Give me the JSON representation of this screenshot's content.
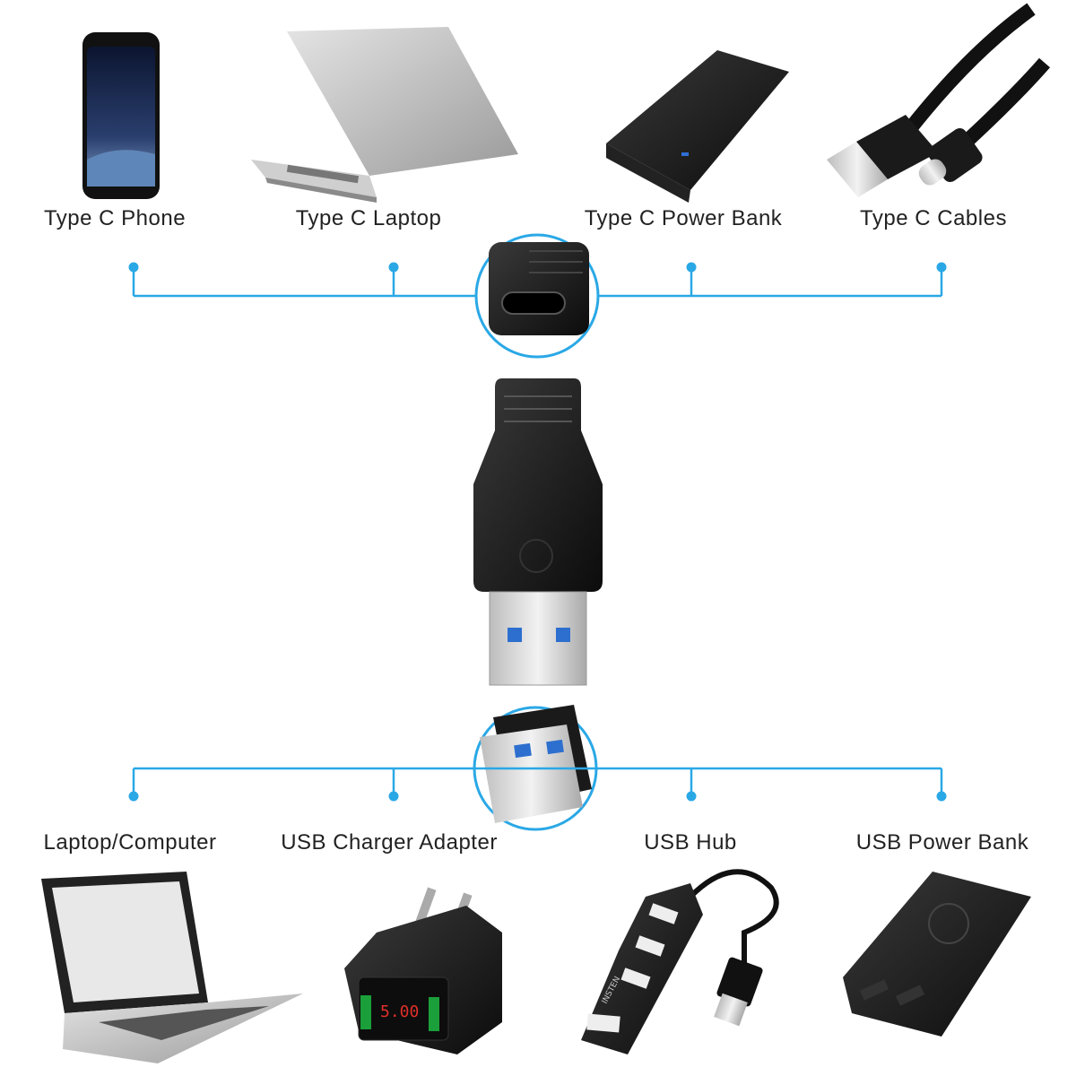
{
  "top_devices": [
    {
      "label": "Type C Phone",
      "icon": "smartphone-icon"
    },
    {
      "label": "Type C Laptop",
      "icon": "laptop-icon"
    },
    {
      "label": "Type C Power Bank",
      "icon": "power-bank-icon"
    },
    {
      "label": "Type C Cables",
      "icon": "usb-c-cable-icon"
    }
  ],
  "bottom_devices": [
    {
      "label": "Laptop/Computer",
      "icon": "laptop-open-icon"
    },
    {
      "label": "USB Charger Adapter",
      "icon": "wall-charger-icon"
    },
    {
      "label": "USB Hub",
      "icon": "usb-hub-icon"
    },
    {
      "label": "USB Power Bank",
      "icon": "wireless-power-bank-icon"
    }
  ],
  "hub_label_brand": "INSTEN",
  "charger_display": "5.00",
  "colors": {
    "connector_line": "#2aa8e6",
    "device_dark": "#1a1a1a"
  }
}
